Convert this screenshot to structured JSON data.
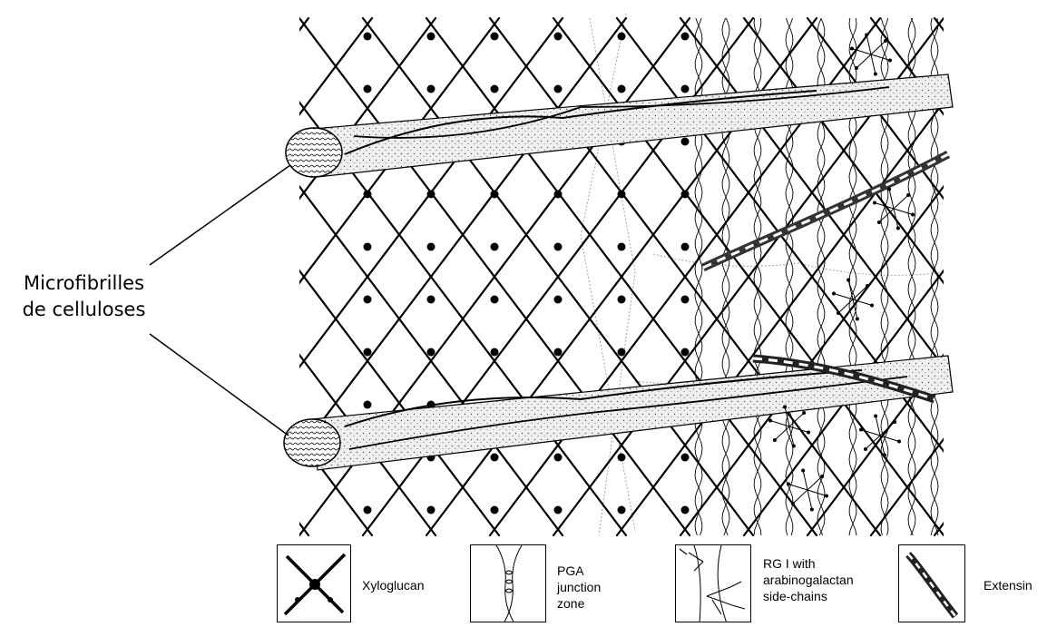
{
  "callout": {
    "line1": "Microfibrilles",
    "line2": "de celluloses"
  },
  "legend": {
    "xyloglucan": "Xyloglucan",
    "pga_line1": "PGA junction",
    "pga_line2": "zone",
    "rg_line1": "RG I with",
    "rg_line2": "arabinogalactan",
    "rg_line3": "side-chains",
    "extensin": "Extensin"
  },
  "icons": {
    "xyloglucan": "crossed-strands-icon",
    "pga": "double-helix-junction-icon",
    "rg": "branched-side-chains-icon",
    "extensin": "helical-rod-icon"
  },
  "colors": {
    "ink": "#000000",
    "stipple": "#e9e9e9",
    "faint": "#8a8a8a",
    "background": "#ffffff"
  }
}
